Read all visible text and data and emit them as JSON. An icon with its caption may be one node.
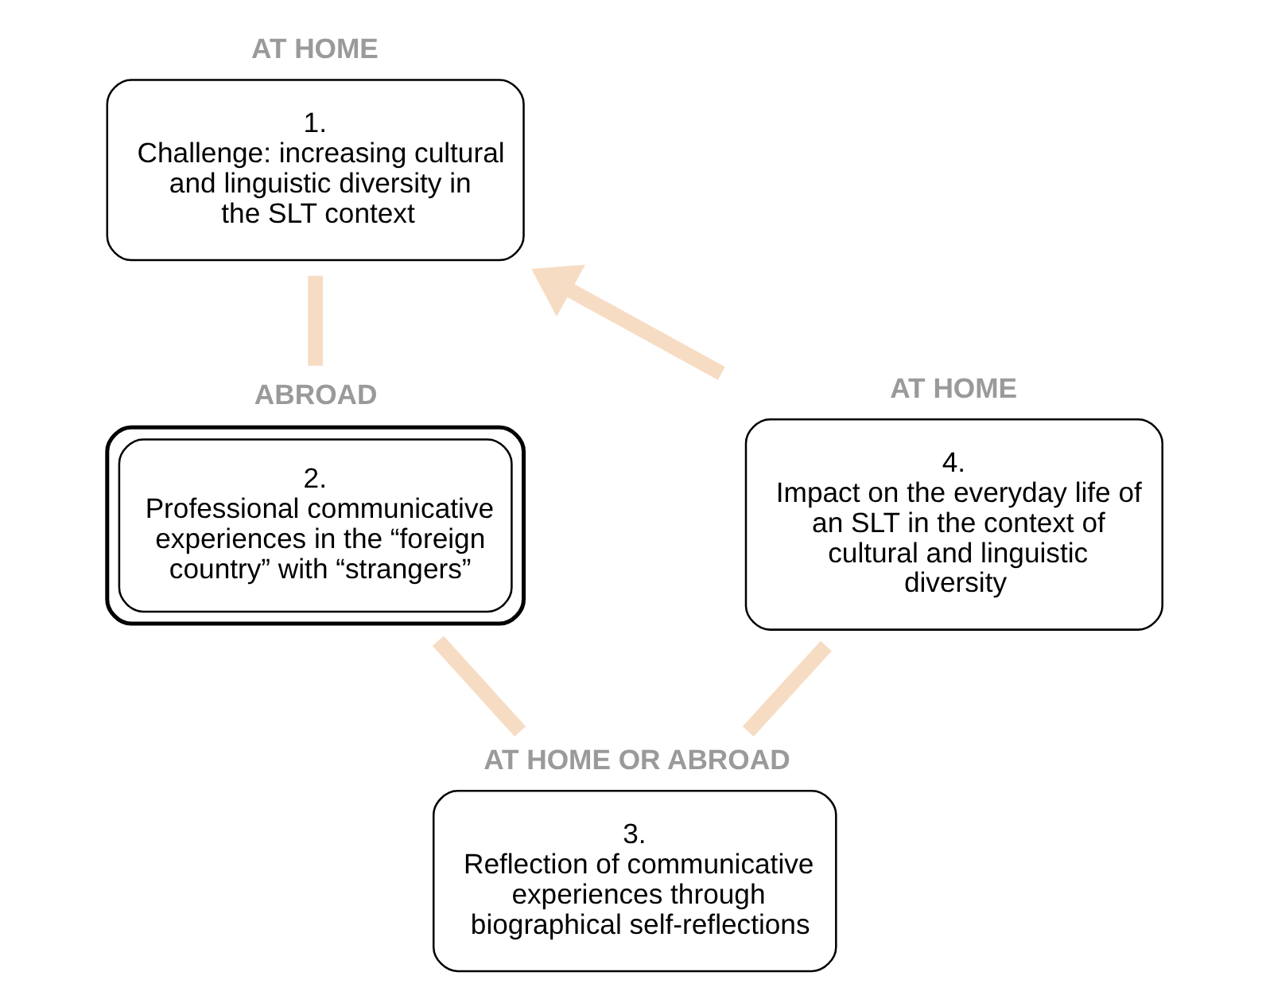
{
  "diagram": {
    "nodes": [
      {
        "text": [
          "1.",
          "Challenge: increasing cultural and linguistic diversity in the SLT context"
        ],
        "beside": [
          "AT HOME"
        ]
      },
      {
        "text": [
          "2.",
          "Professional communicative experiences in the “foreign country” with “strangers”"
        ],
        "beside": [
          "ABROAD"
        ]
      },
      {
        "text": [
          "3.",
          "Reflection of communicative experiences through biographical self-reflections"
        ],
        "beside": [
          "AT HOME OR ABROAD"
        ]
      },
      {
        "text": [
          "4.",
          "Impact on the everyday life of an SLT in the context of cultural and linguistic diversity"
        ],
        "beside": [
          "AT HOME"
        ]
      }
    ],
    "edges": [
      {
        "from": 0,
        "to": 1,
        "arrow": "none"
      },
      {
        "from": 1,
        "to": 2,
        "arrow": "none"
      },
      {
        "from": 2,
        "to": 3,
        "arrow": "none"
      },
      {
        "from": 3,
        "to": 0,
        "arrow": "to"
      }
    ]
  }
}
